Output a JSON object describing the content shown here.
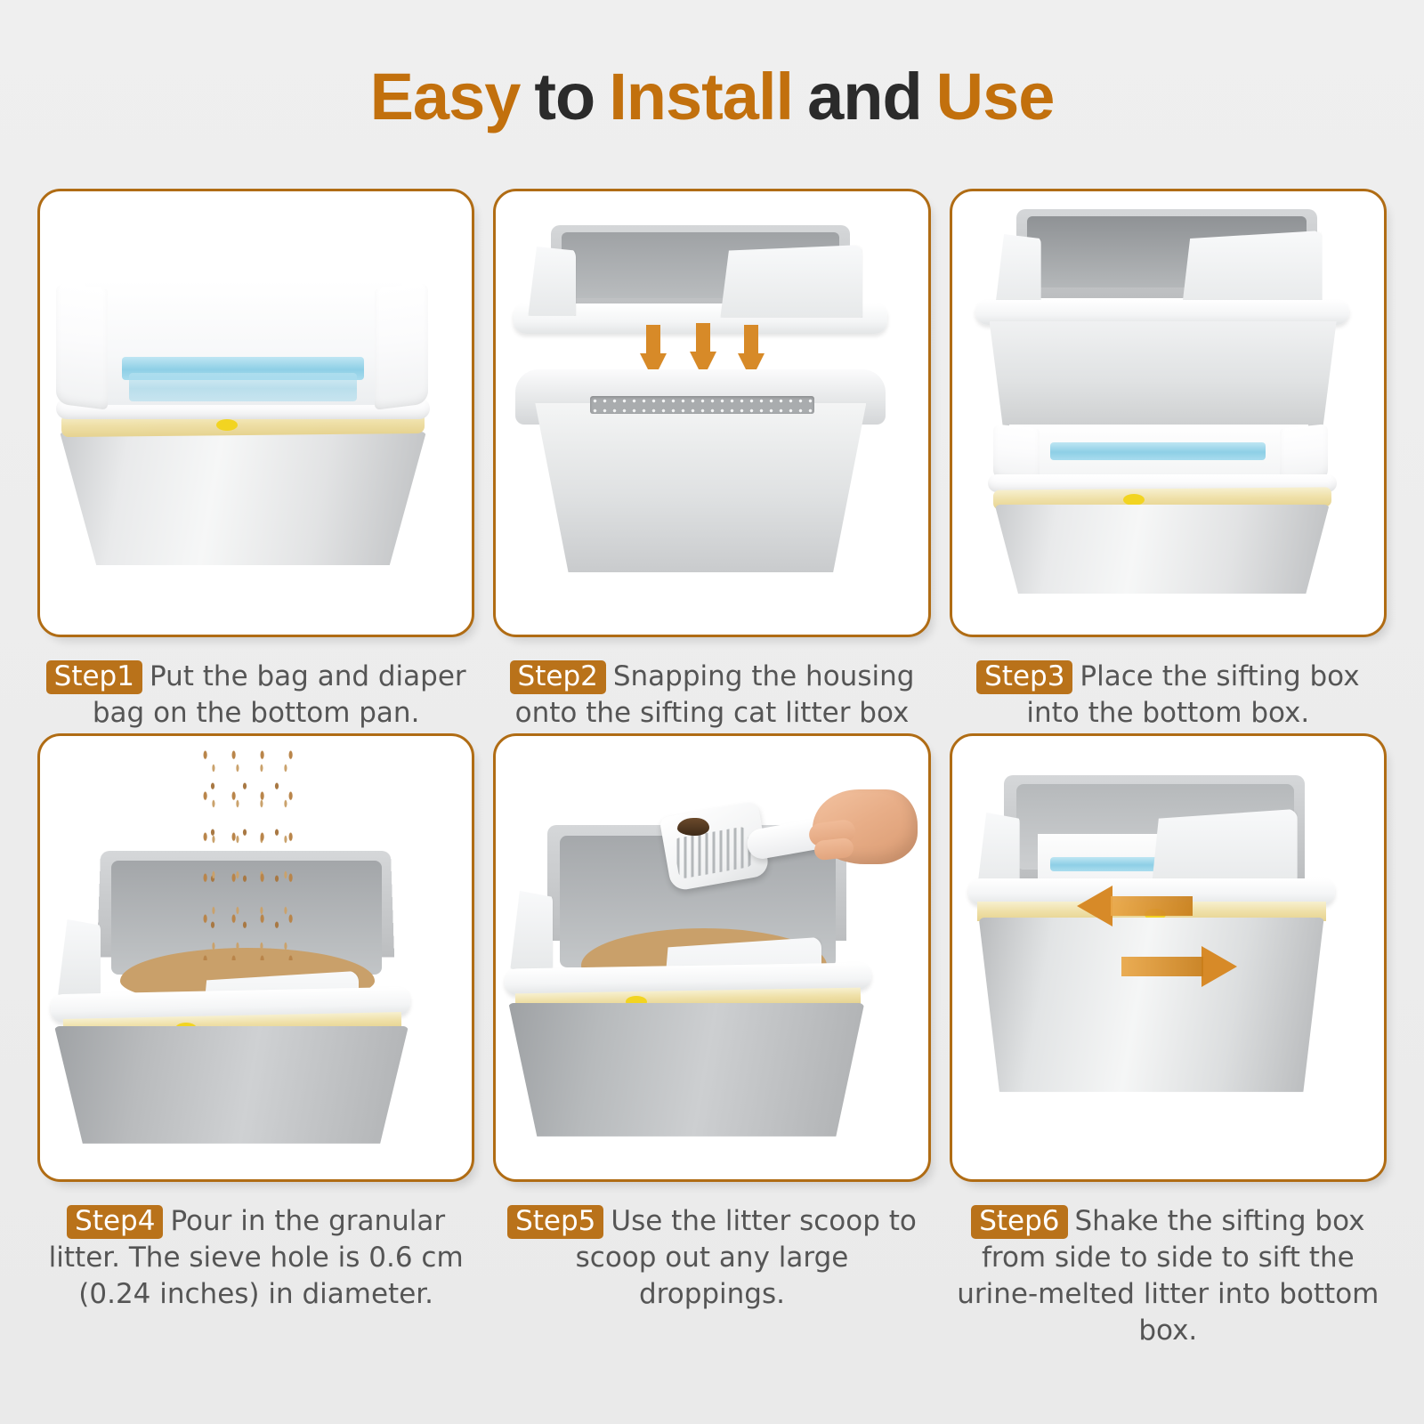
{
  "title": {
    "words": [
      {
        "text": "Easy",
        "color": "orange"
      },
      {
        "text": "to",
        "color": "dark"
      },
      {
        "text": "Install",
        "color": "orange"
      },
      {
        "text": "and",
        "color": "dark"
      },
      {
        "text": "Use",
        "color": "orange"
      }
    ],
    "full_text": "Easy to Install and Use"
  },
  "colors": {
    "accent_orange": "#c2700d",
    "badge_orange": "#b9721a",
    "card_border": "#b06c14",
    "title_dark": "#2b2b2b",
    "caption_text": "#555555",
    "page_background": "#eeeeee",
    "card_background": "#ffffff",
    "arrow_orange": "#d78a28",
    "litter_tan": "#c9a06a",
    "pad_blue": "#8ecfe6",
    "rim_yellow": "#efe0a8"
  },
  "steps": [
    {
      "badge": "Step1",
      "text": "Put the bag and diaper bag on the bottom pan.",
      "image_alt": "bottom-pan-with-liner-bag-and-diaper-pad"
    },
    {
      "badge": "Step2",
      "text": "Snapping the housing onto the sifting cat litter box",
      "image_alt": "housing-frame-above-sifting-box-with-down-arrows"
    },
    {
      "badge": "Step3",
      "text": "Place the sifting box into the bottom box.",
      "image_alt": "assembled-sifting-box-above-lined-bottom-box-with-down-arrows"
    },
    {
      "badge": "Step4",
      "text": "Pour in the granular litter. The sieve hole is 0.6 cm (0.24 inches) in diameter.",
      "image_alt": "pouring-granular-pellet-litter-into-box"
    },
    {
      "badge": "Step5",
      "text": "Use the litter scoop to scoop out any large droppings.",
      "image_alt": "hand-holding-slotted-scoop-removing-droppings"
    },
    {
      "badge": "Step6",
      "text": "Shake the sifting box from side to side to sift the urine-melted litter into bottom box.",
      "image_alt": "assembled-box-with-left-and-right-shake-arrows"
    }
  ]
}
